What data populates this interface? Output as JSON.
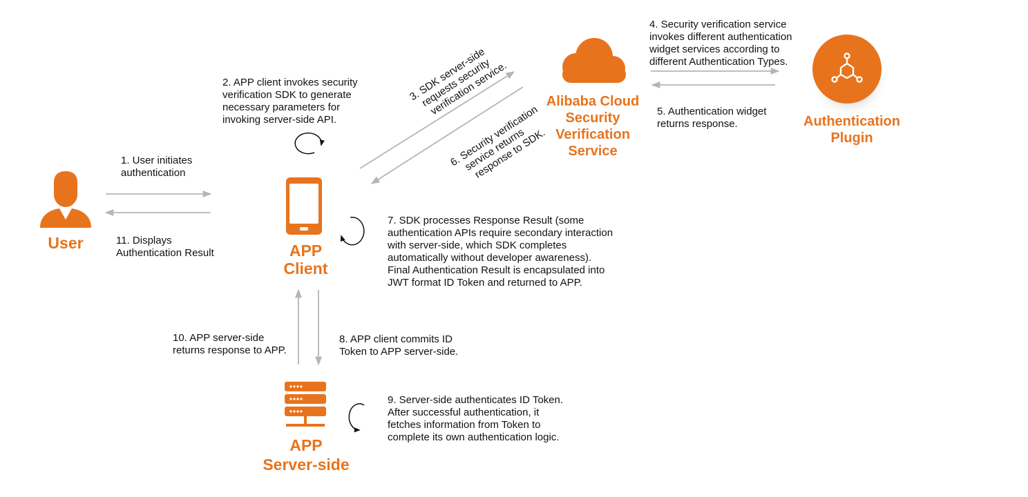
{
  "colors": {
    "accent": "#e8731d",
    "arrow": "#b5b5b5",
    "text": "#111111"
  },
  "nodes": {
    "user": {
      "icon": "user-icon",
      "title": "User"
    },
    "app_client": {
      "icon": "mobile-phone-icon",
      "title_lines": [
        "APP",
        "Client"
      ]
    },
    "app_server": {
      "icon": "server-rack-icon",
      "title_lines": [
        "APP",
        "Server-side"
      ]
    },
    "security_service": {
      "icon": "cloud-icon",
      "title_lines": [
        "Alibaba Cloud",
        "Security",
        "Verification",
        "Service"
      ]
    },
    "auth_plugin": {
      "icon": "network-hub-icon",
      "title_lines": [
        "Authentication",
        "Plugin"
      ]
    }
  },
  "steps": {
    "step1": [
      "1. User initiates",
      "authentication"
    ],
    "step2": [
      "2. APP client invokes security",
      "verification SDK to generate",
      "necessary parameters for",
      "invoking server-side API."
    ],
    "step3": [
      "3. SDK server-side",
      "requests security",
      "verification service."
    ],
    "step4": [
      "4. Security verification service",
      "invokes different authentication",
      "widget services according to",
      "different Authentication Types."
    ],
    "step5": [
      "5. Authentication widget",
      "returns response."
    ],
    "step6": [
      "6. Security verification",
      "service returns",
      "response to SDK."
    ],
    "step7": [
      "7. SDK processes Response Result (some",
      "authentication APIs require secondary interaction",
      "with server-side, which SDK completes",
      "automatically without developer awareness).",
      "Final Authentication Result is encapsulated into",
      "JWT format ID Token and returned to APP."
    ],
    "step8": [
      "8. APP client commits ID",
      "Token to APP server-side."
    ],
    "step9": [
      "9. Server-side authenticates ID Token.",
      "After successful authentication, it",
      "fetches information from Token to",
      "complete its own authentication logic."
    ],
    "step10": [
      "10. APP server-side",
      "returns response to APP."
    ],
    "step11": [
      "11. Displays",
      "Authentication Result"
    ]
  }
}
